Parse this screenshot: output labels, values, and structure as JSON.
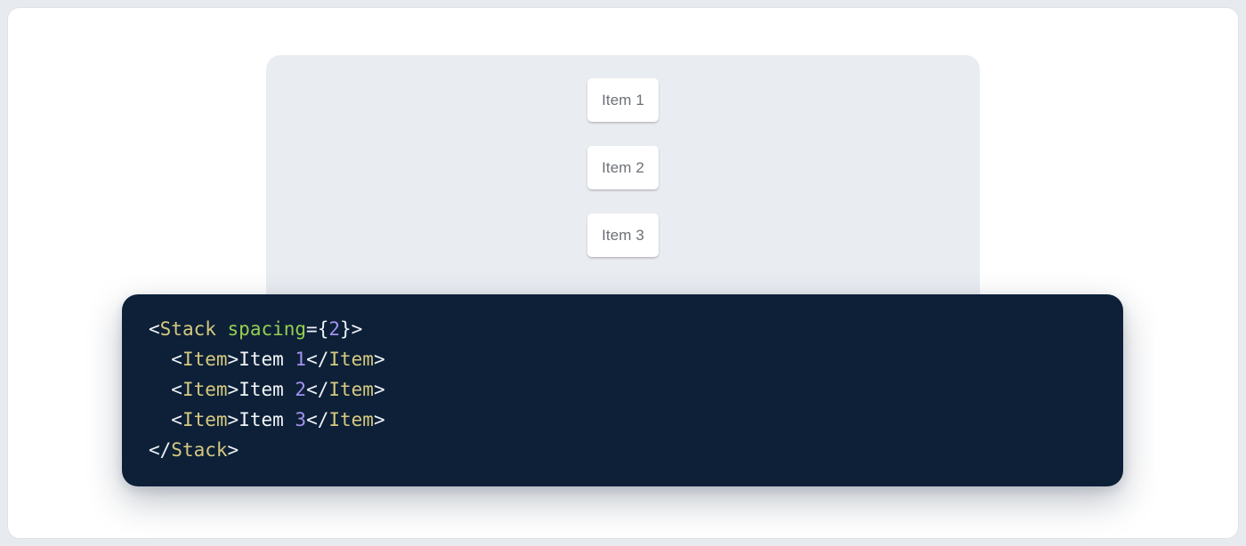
{
  "page": {
    "outer_background": "#e7eaee",
    "card_background": "#ffffff",
    "card_border": "#dfe3e8"
  },
  "demo": {
    "panel_background": "#e9ecf1",
    "item_text_color": "#6c7075",
    "items": [
      {
        "label": "Item 1"
      },
      {
        "label": "Item 2"
      },
      {
        "label": "Item 3"
      }
    ]
  },
  "code": {
    "background": "#0d2038",
    "colors": {
      "tag": "#d6c97e",
      "attr": "#95cf50",
      "number": "#a292f0",
      "punctuation": "#eef2f7",
      "text": "#f4f7fa"
    },
    "lines": [
      [
        {
          "t": "punctuation",
          "s": "<"
        },
        {
          "t": "tag",
          "s": "Stack"
        },
        {
          "t": "text",
          "s": " "
        },
        {
          "t": "attr",
          "s": "spacing"
        },
        {
          "t": "punctuation",
          "s": "={"
        },
        {
          "t": "number",
          "s": "2"
        },
        {
          "t": "punctuation",
          "s": "}>"
        }
      ],
      [
        {
          "t": "text",
          "s": "  "
        },
        {
          "t": "punctuation",
          "s": "<"
        },
        {
          "t": "tag",
          "s": "Item"
        },
        {
          "t": "punctuation",
          "s": ">"
        },
        {
          "t": "text",
          "s": "Item "
        },
        {
          "t": "number",
          "s": "1"
        },
        {
          "t": "punctuation",
          "s": "</"
        },
        {
          "t": "tag",
          "s": "Item"
        },
        {
          "t": "punctuation",
          "s": ">"
        }
      ],
      [
        {
          "t": "text",
          "s": "  "
        },
        {
          "t": "punctuation",
          "s": "<"
        },
        {
          "t": "tag",
          "s": "Item"
        },
        {
          "t": "punctuation",
          "s": ">"
        },
        {
          "t": "text",
          "s": "Item "
        },
        {
          "t": "number",
          "s": "2"
        },
        {
          "t": "punctuation",
          "s": "</"
        },
        {
          "t": "tag",
          "s": "Item"
        },
        {
          "t": "punctuation",
          "s": ">"
        }
      ],
      [
        {
          "t": "text",
          "s": "  "
        },
        {
          "t": "punctuation",
          "s": "<"
        },
        {
          "t": "tag",
          "s": "Item"
        },
        {
          "t": "punctuation",
          "s": ">"
        },
        {
          "t": "text",
          "s": "Item "
        },
        {
          "t": "number",
          "s": "3"
        },
        {
          "t": "punctuation",
          "s": "</"
        },
        {
          "t": "tag",
          "s": "Item"
        },
        {
          "t": "punctuation",
          "s": ">"
        }
      ],
      [
        {
          "t": "punctuation",
          "s": "</"
        },
        {
          "t": "tag",
          "s": "Stack"
        },
        {
          "t": "punctuation",
          "s": ">"
        }
      ]
    ]
  }
}
